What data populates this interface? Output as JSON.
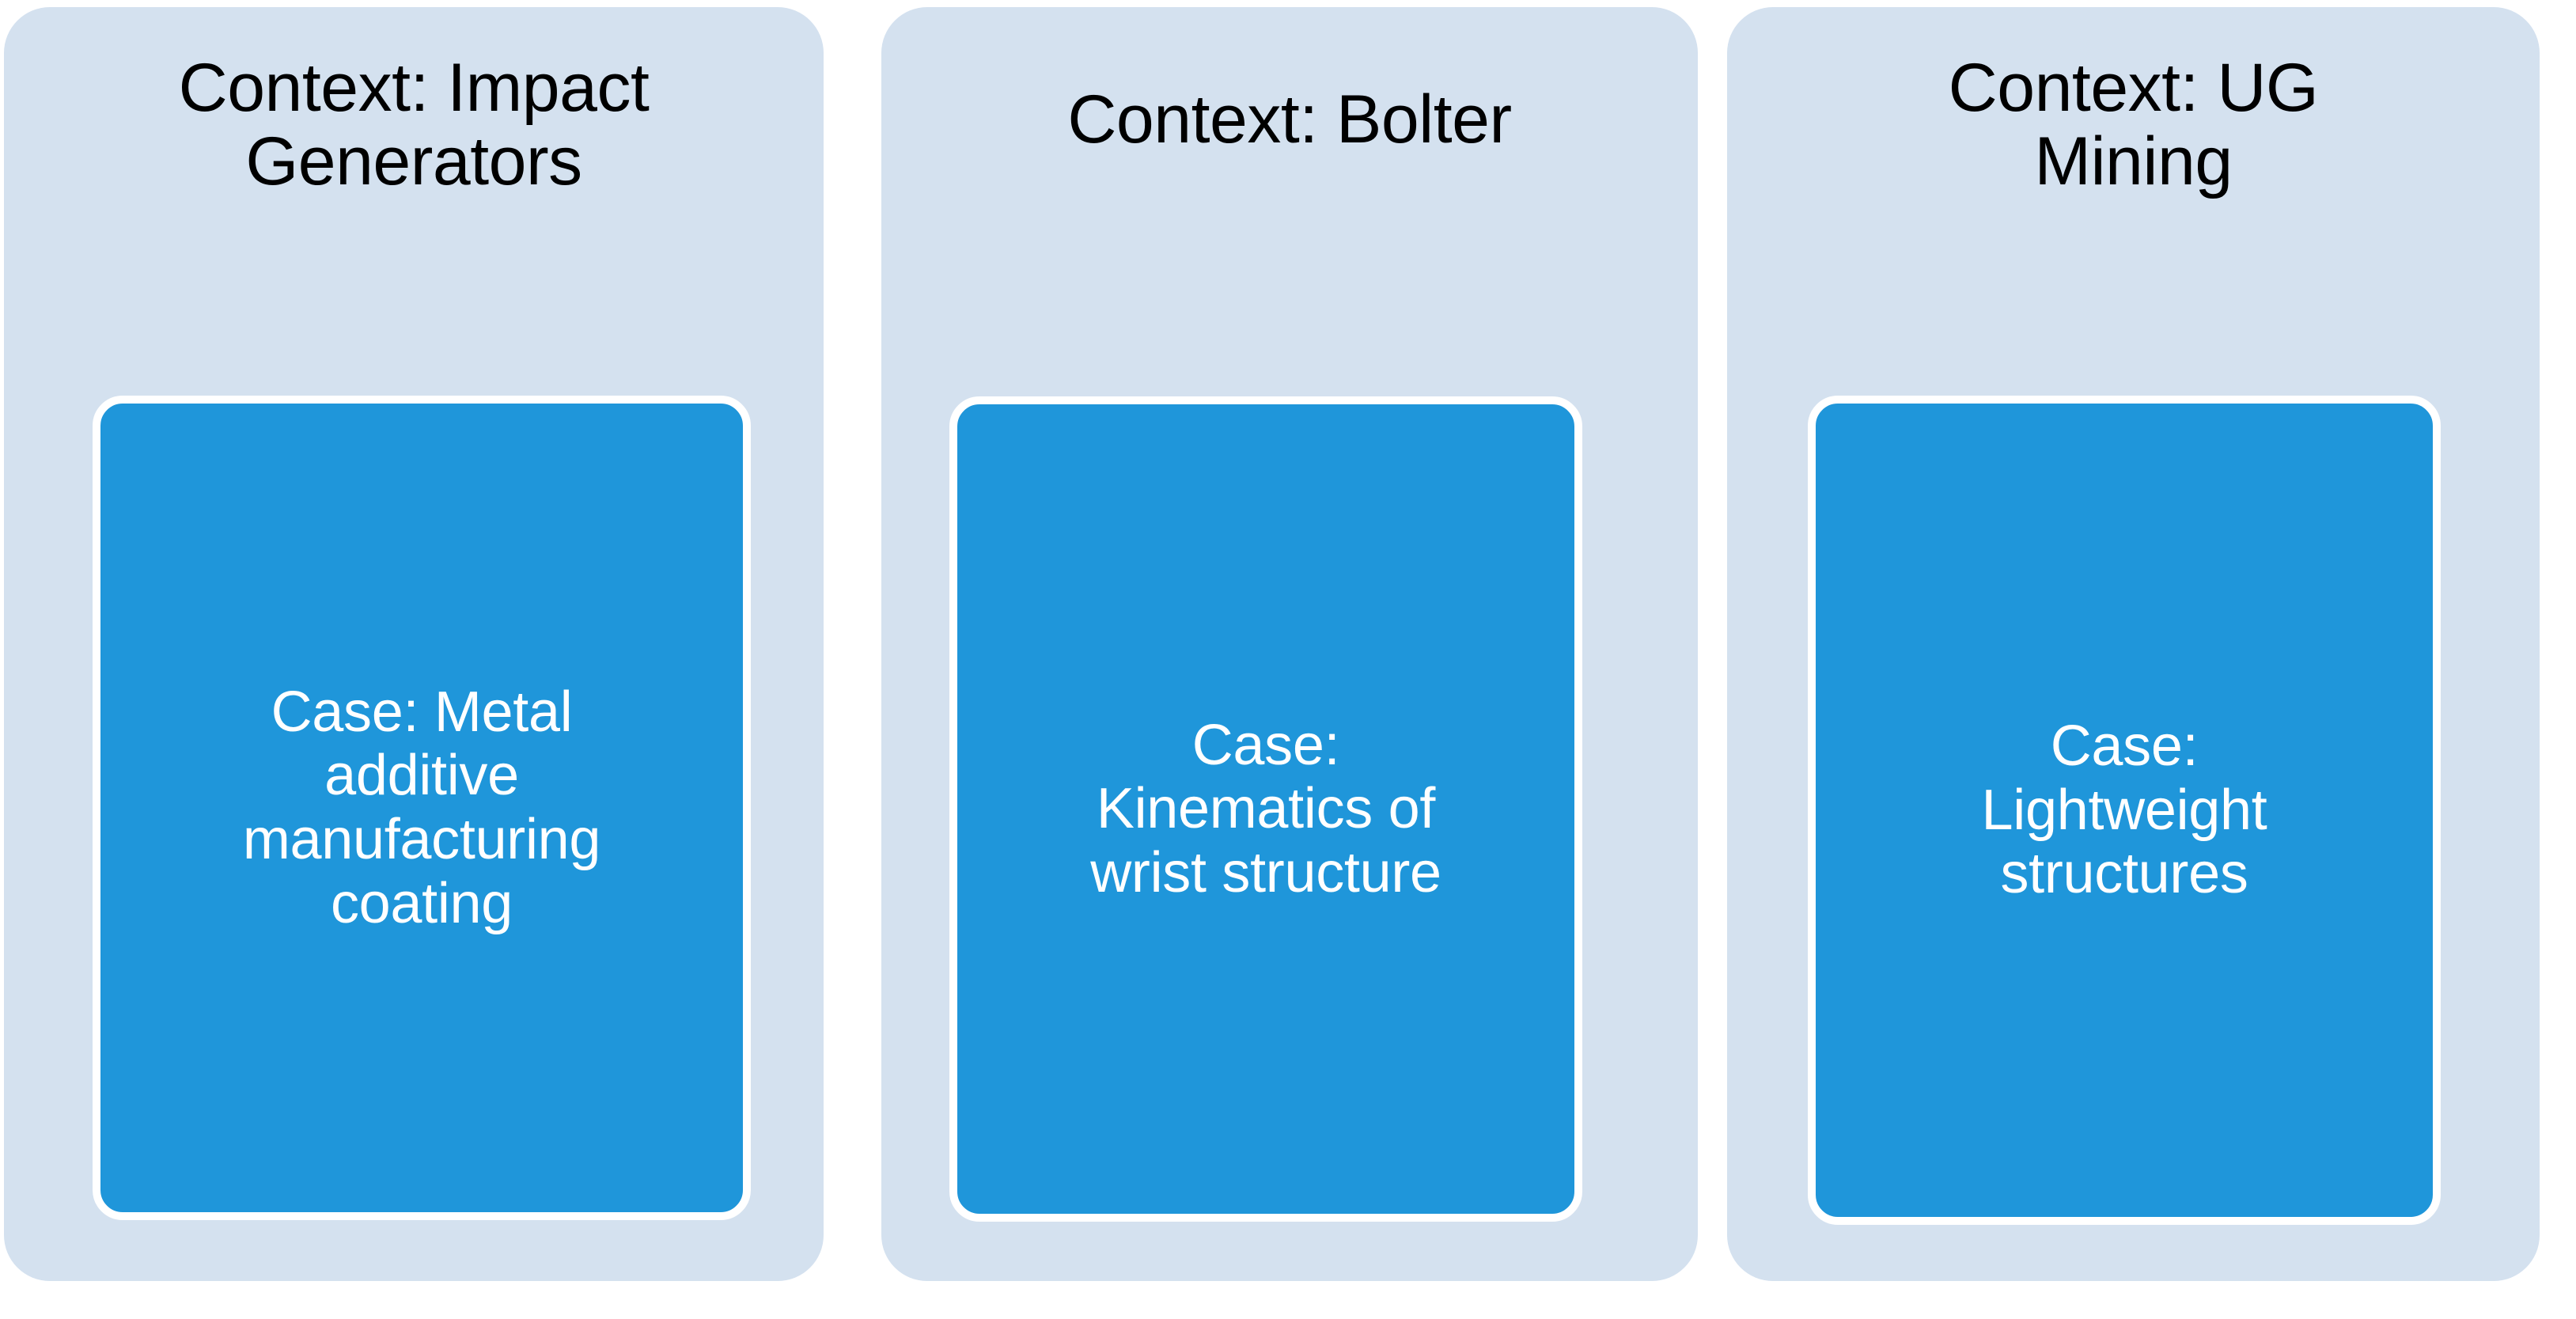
{
  "diagram": {
    "type": "three-column-context-case-panels",
    "background_color": "#ffffff",
    "panel_color": "#d4e1ef",
    "card_color": "#1f96da",
    "card_border_color": "#ffffff",
    "title_text_color": "#000000",
    "card_text_color": "#ffffff",
    "panels": [
      {
        "id": "impact-generators",
        "title": "Context: Impact\nGenerators",
        "title_plain": "Context: Impact Generators",
        "case": {
          "label": "Case: Metal\nadditive\nmanufacturing\ncoating",
          "label_plain": "Case: Metal additive manufacturing coating"
        }
      },
      {
        "id": "bolter",
        "title": "Context: Bolter",
        "title_plain": "Context: Bolter",
        "case": {
          "label": "Case:\nKinematics of\nwrist structure",
          "label_plain": "Case: Kinematics of wrist structure"
        }
      },
      {
        "id": "ug-mining",
        "title": "Context: UG\nMining",
        "title_plain": "Context: UG Mining",
        "case": {
          "label": "Case:\nLightweight\nstructures",
          "label_plain": "Case: Lightweight structures"
        }
      }
    ]
  }
}
